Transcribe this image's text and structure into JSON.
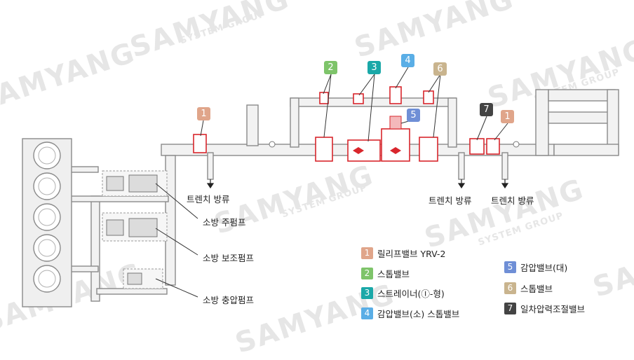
{
  "watermark": {
    "brand": "SAMYANG",
    "tagline": "SYSTEM GROUP"
  },
  "callouts": [
    {
      "num": "1",
      "color": "#e0a58a"
    },
    {
      "num": "2",
      "color": "#7ec46a"
    },
    {
      "num": "3",
      "color": "#1aa8a8"
    },
    {
      "num": "4",
      "color": "#5aaee6"
    },
    {
      "num": "5",
      "color": "#6f8fd6"
    },
    {
      "num": "6",
      "color": "#c9b48e"
    },
    {
      "num": "7",
      "color": "#444444"
    },
    {
      "num": "1",
      "color": "#e0a58a"
    }
  ],
  "drain_labels": [
    "트렌치 방류",
    "트렌치 방류",
    "트렌치 방류"
  ],
  "pump_labels": {
    "main": "소방 주펌프",
    "aux": "소방 보조펌프",
    "jockey": "소방 충압펌프"
  },
  "legend": [
    {
      "num": "1",
      "text": "릴리프밸브 YRV-2",
      "color": "#e0a58a"
    },
    {
      "num": "2",
      "text": "스톱밸브",
      "color": "#7ec46a"
    },
    {
      "num": "3",
      "text": "스트레이너(Ⓘ-형)",
      "color": "#1aa8a8"
    },
    {
      "num": "4",
      "text": "감압밸브(소) 스톱밸브",
      "color": "#5aaee6"
    },
    {
      "num": "5",
      "text": "감압밸브(대)",
      "color": "#6f8fd6"
    },
    {
      "num": "6",
      "text": "스톱밸브",
      "color": "#c9b48e"
    },
    {
      "num": "7",
      "text": "일차압력조절밸브",
      "color": "#444444"
    }
  ],
  "colors": {
    "pipe_fill": "#f2f2f2",
    "pipe_stroke": "#8a8a8a",
    "valve": "#d9262c",
    "line": "#333333"
  }
}
